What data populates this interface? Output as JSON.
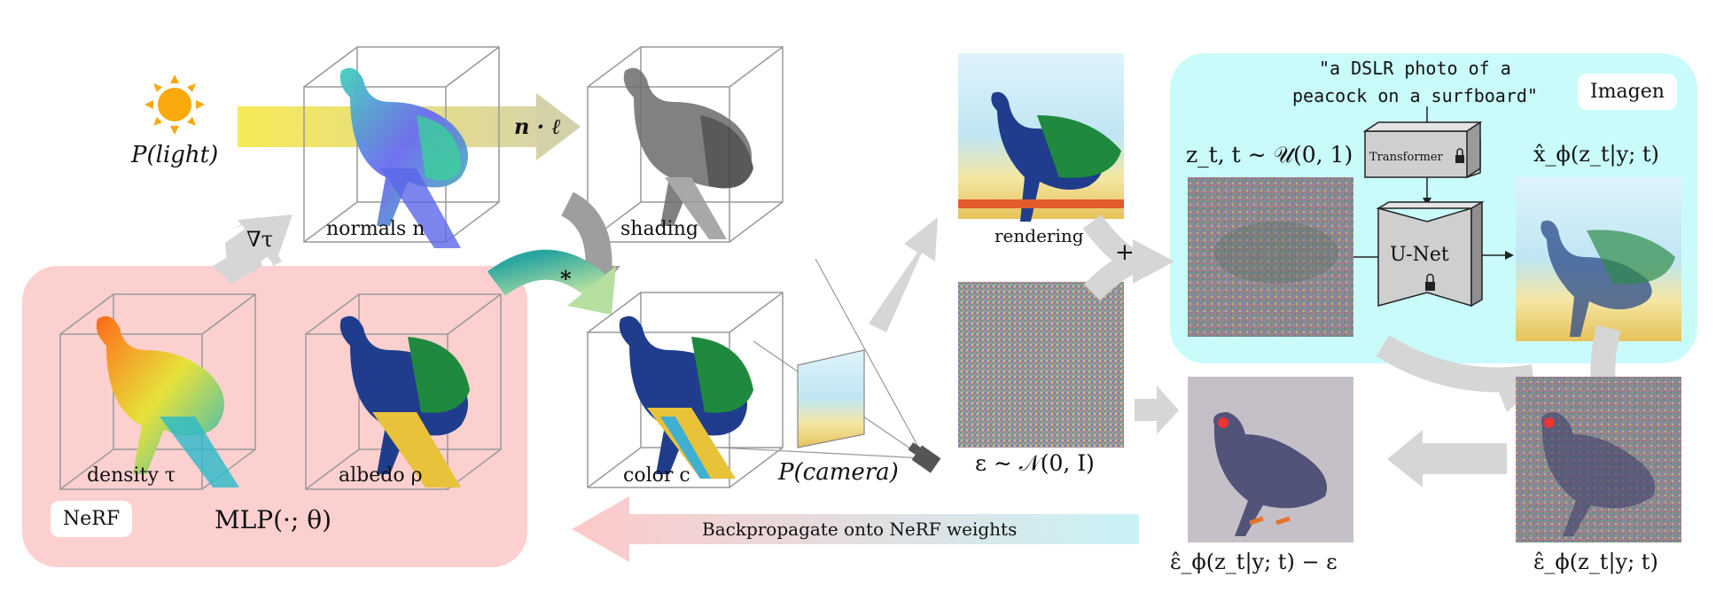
{
  "light_label": "P(light)",
  "normals_label": "normals n",
  "shading_label": "shading",
  "dot_label": "n · ℓ",
  "grad_label": "∇τ",
  "star_label": "*",
  "density_label": "density τ",
  "albedo_label": "albedo ρ",
  "nerf_tag": "NeRF",
  "mlp_label": "MLP(·; θ)",
  "color_label": "color c",
  "camera_label": "P(camera)",
  "rendering_label": "rendering",
  "plus_label": "+",
  "noise_label": "ε ∼ 𝒩(0, I)",
  "prompt_line1": "\"a DSLR photo of a",
  "prompt_line2": "peacock on a surfboard\"",
  "imagen_tag": "Imagen",
  "zt_label": "z_t, t ∼ 𝒰(0, 1)",
  "transformer_label": "Transformer",
  "unet_label": "U-Net",
  "xhat_label": "x̂_ϕ(z_t|y; t)",
  "eps_hat_label": "ε̂_ϕ(z_t|y; t)",
  "residual_label": "ε̂_ϕ(z_t|y; t) − ε",
  "backprop_label": "Backpropagate onto NeRF weights",
  "colors": {
    "nerf_panel": "#fdd0d0",
    "imagen_panel": "#c9fbfb",
    "arrow_gray": "#d6d6d6",
    "sun": "#f9a90b",
    "light_beam": "#f7ec6e"
  }
}
